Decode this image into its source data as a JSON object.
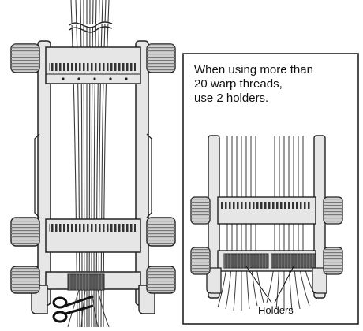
{
  "diagram": {
    "caption_lines": [
      "When using more than",
      "20 warp threads,",
      "use 2 holders."
    ],
    "callout_label": "Holders",
    "icons": [
      "loom-frame-icon",
      "scissors-icon",
      "clamp-knob-icon",
      "thread-holder-icon"
    ],
    "colors": {
      "line": "#222222",
      "frame_fill": "#e6e6e6",
      "knob_fill": "#cfcfcf",
      "thread": "#3a3a3a",
      "comb": "#555555"
    }
  }
}
